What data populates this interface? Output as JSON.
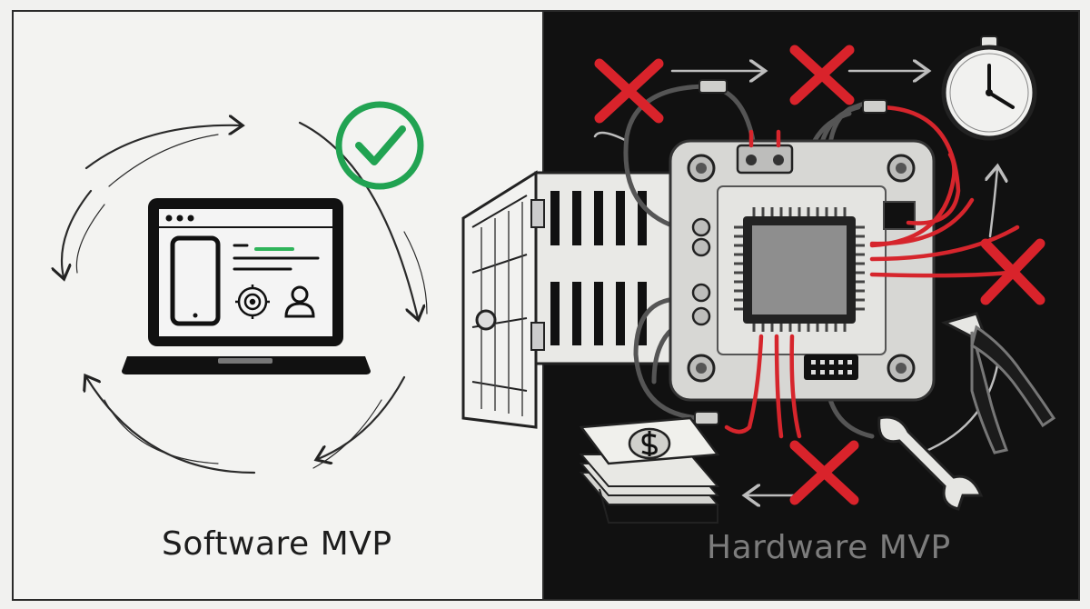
{
  "panels": {
    "left": {
      "caption": "Software MVP",
      "status": "success",
      "status_color": "#21a352",
      "progress_color": "#2fb45a",
      "icons": [
        "laptop-icon",
        "phone-icon",
        "gear-icon",
        "user-icon",
        "check-icon",
        "cycle-arrows-icon"
      ]
    },
    "right": {
      "caption": "Hardware MVP",
      "background_color": "#111111",
      "wire_color": "#d6252c",
      "cross_color": "#d9232b",
      "icons": [
        "circuit-board-icon",
        "microchip-icon",
        "stopwatch-icon",
        "pliers-icon",
        "wrench-icon",
        "money-stack-icon",
        "dollar-icon",
        "cross-icon",
        "gate-icon"
      ]
    }
  }
}
